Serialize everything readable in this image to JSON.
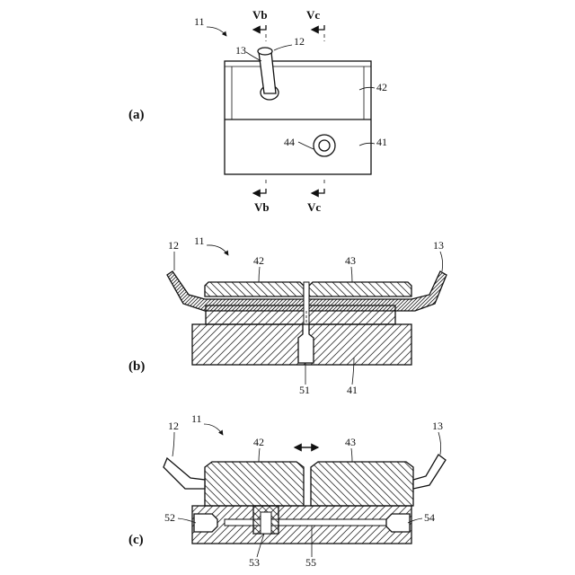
{
  "panels": {
    "a": {
      "label": "(a)",
      "refs": {
        "device": "11",
        "tube_left": "13",
        "tube_right": "12",
        "upper": "42",
        "lower": "41",
        "port": "44"
      },
      "section_marks": {
        "b_top": "Vb",
        "c_top": "Vc",
        "b_bottom": "Vb",
        "c_bottom": "Vc"
      }
    },
    "b": {
      "label": "(b)",
      "refs": {
        "device": "11",
        "tube_left": "12",
        "tube_right": "13",
        "part_left": "42",
        "part_right": "43",
        "nozzle": "51",
        "base": "41"
      }
    },
    "c": {
      "label": "(c)",
      "refs": {
        "device": "11",
        "tube_left": "12",
        "tube_right": "13",
        "part_left": "42",
        "part_right": "43",
        "nozzle_left": "52",
        "nozzle_right": "54",
        "center_left": "53",
        "channel": "55"
      }
    }
  }
}
